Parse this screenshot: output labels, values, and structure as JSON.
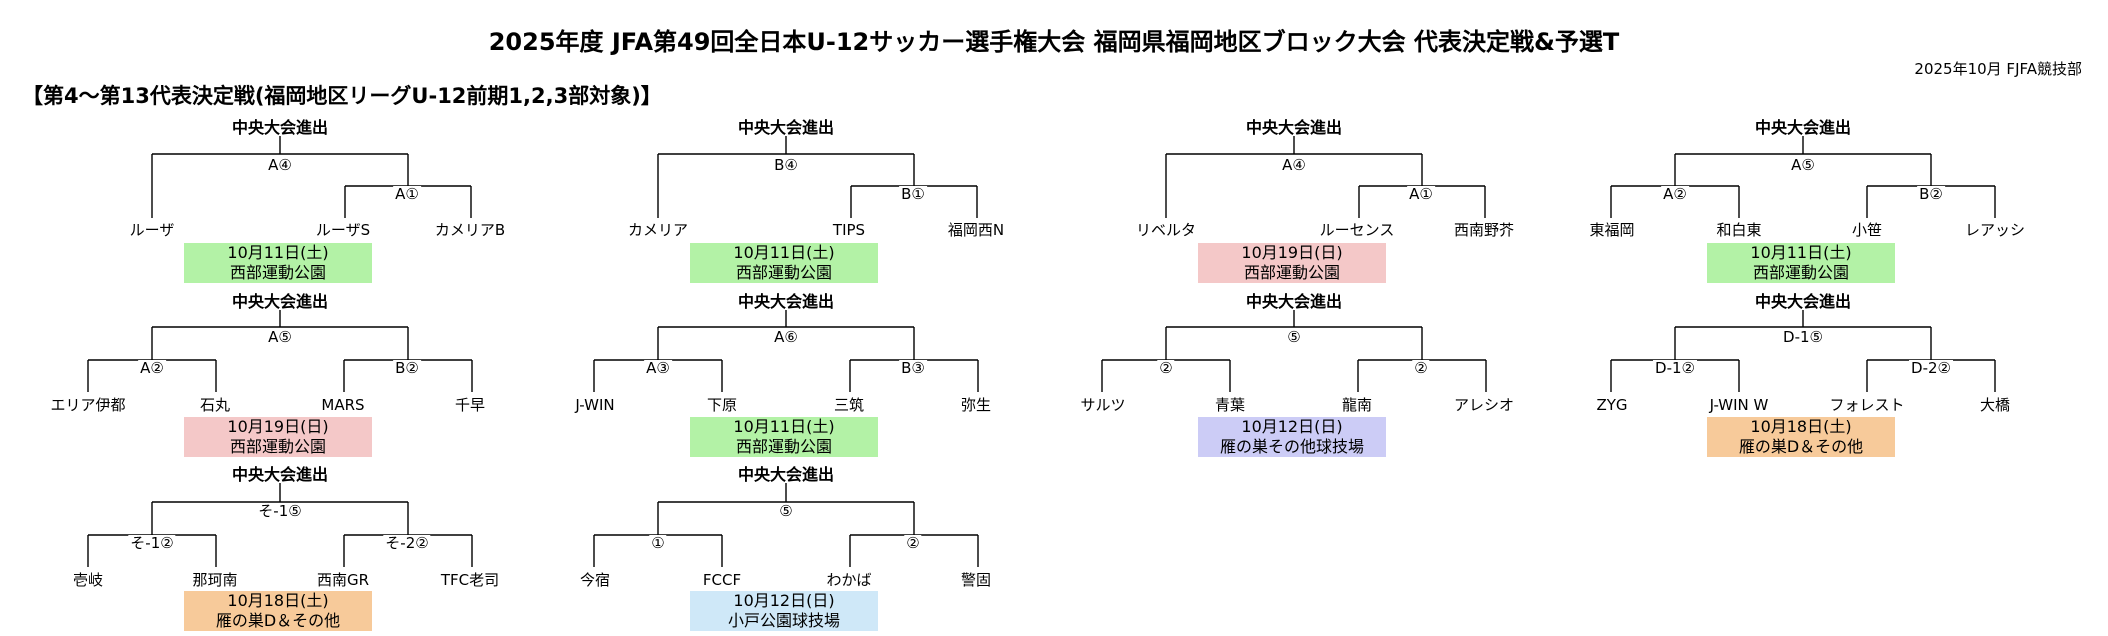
{
  "title": "2025年度 JFA第49回全日本U-12サッカー選手権大会 福岡県福岡地区ブロック大会 代表決定戦&予選T",
  "credit": "2025年10月 FJFA競技部",
  "section": "【第4～第13代表決定戦(福岡地区リーグU-12前期1,2,3部対象)】",
  "colors": {
    "green": "#b3f2a6",
    "pink": "#f4c8c8",
    "lavender": "#ccccf6",
    "orange": "#f7ca9a",
    "lightblue": "#cfe8f8"
  },
  "brackets": [
    {
      "heading": "中央大会進出",
      "final": "A④",
      "kind": "3team",
      "semi": "A①",
      "teams": [
        "ルーザ",
        "ルーザS",
        "カメリアB"
      ],
      "date": "10月11日(土)",
      "venue": "西部運動公園",
      "color": "green"
    },
    {
      "heading": "中央大会進出",
      "final": "B④",
      "kind": "3team",
      "semi": "B①",
      "teams": [
        "カメリア",
        "TIPS",
        "福岡西N"
      ],
      "date": "10月11日(土)",
      "venue": "西部運動公園",
      "color": "green"
    },
    {
      "heading": "中央大会進出",
      "final": "A④",
      "kind": "3team",
      "semi": "A①",
      "teams": [
        "リベルタ",
        "ルーセンス",
        "西南野芥"
      ],
      "date": "10月19日(日)",
      "venue": "西部運動公園",
      "color": "pink"
    },
    {
      "heading": "中央大会進出",
      "final": "A⑤",
      "kind": "4team",
      "semis": [
        "A②",
        "B②"
      ],
      "teams": [
        "東福岡",
        "和白東",
        "小笹",
        "レアッシ"
      ],
      "date": "10月11日(土)",
      "venue": "西部運動公園",
      "color": "green"
    },
    {
      "heading": "中央大会進出",
      "final": "A⑤",
      "kind": "4team",
      "semis": [
        "A②",
        "B②"
      ],
      "teams": [
        "エリア伊都",
        "石丸",
        "MARS",
        "千早"
      ],
      "date": "10月19日(日)",
      "venue": "西部運動公園",
      "color": "pink"
    },
    {
      "heading": "中央大会進出",
      "final": "A⑥",
      "kind": "4team",
      "semis": [
        "A③",
        "B③"
      ],
      "teams": [
        "J-WIN",
        "下原",
        "三筑",
        "弥生"
      ],
      "date": "10月11日(土)",
      "venue": "西部運動公園",
      "color": "green"
    },
    {
      "heading": "中央大会進出",
      "final": "⑤",
      "kind": "4team",
      "semis": [
        "②",
        "②"
      ],
      "teams": [
        "サルツ",
        "青葉",
        "龍南",
        "アレシオ"
      ],
      "date": "10月12日(日)",
      "venue": "雁の巣その他球技場",
      "color": "lavender"
    },
    {
      "heading": "中央大会進出",
      "final": "D-1⑤",
      "kind": "4team",
      "semis": [
        "D-1②",
        "D-2②"
      ],
      "teams": [
        "ZYG",
        "J-WIN W",
        "フォレスト",
        "大橋"
      ],
      "date": "10月18日(土)",
      "venue": "雁の巣D＆その他",
      "color": "orange"
    },
    {
      "heading": "中央大会進出",
      "final": "そ-1⑤",
      "kind": "4team",
      "semis": [
        "そ-1②",
        "そ-2②"
      ],
      "teams": [
        "壱岐",
        "那珂南",
        "西南GR",
        "TFC老司"
      ],
      "date": "10月18日(土)",
      "venue": "雁の巣D＆その他",
      "color": "orange"
    },
    {
      "heading": "中央大会進出",
      "final": "⑤",
      "kind": "4team",
      "semis": [
        "①",
        "②"
      ],
      "teams": [
        "今宿",
        "FCCF",
        "わかば",
        "警固"
      ],
      "date": "10月12日(日)",
      "venue": "小戸公園球技場",
      "color": "lightblue"
    }
  ]
}
